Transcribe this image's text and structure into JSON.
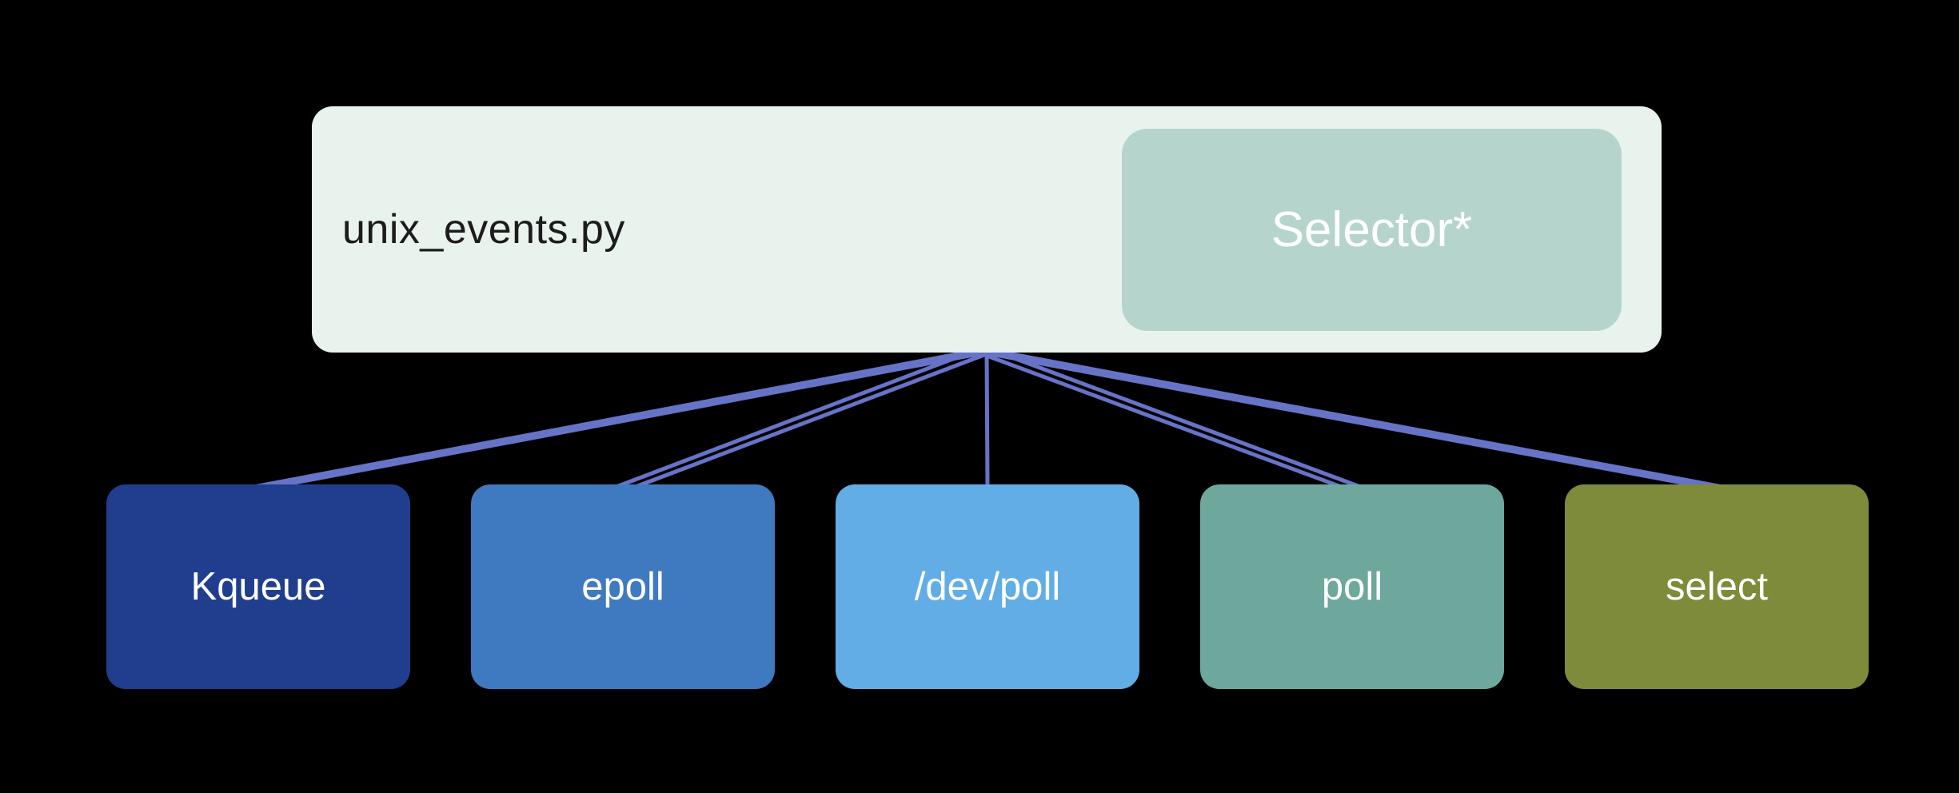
{
  "diagram": {
    "background": "#000000",
    "connector_color": "#6673c6",
    "parent": {
      "label": "unix_events.py",
      "bg": "#e9f3ee",
      "text_color": "#1c1c1c"
    },
    "selector": {
      "label": "Selector*",
      "bg": "#b5d5cc",
      "text_color": "#ffffff"
    },
    "children": [
      {
        "label": "Kqueue",
        "bg": "#213e8e",
        "text_color": "#ffffff"
      },
      {
        "label": "epoll",
        "bg": "#3f79bf",
        "text_color": "#ffffff"
      },
      {
        "label": "/dev/poll",
        "bg": "#62ade6",
        "text_color": "#ffffff"
      },
      {
        "label": "poll",
        "bg": "#6ea89c",
        "text_color": "#ffffff"
      },
      {
        "label": "select",
        "bg": "#7d8b3b",
        "text_color": "#ffffff"
      }
    ],
    "edges": [
      {
        "from": "unix_events.py",
        "to": 0,
        "lines": 2
      },
      {
        "from": "unix_events.py",
        "to": 1,
        "lines": 2
      },
      {
        "from": "unix_events.py",
        "to": 2,
        "lines": 1
      },
      {
        "from": "unix_events.py",
        "to": 3,
        "lines": 2
      },
      {
        "from": "unix_events.py",
        "to": 4,
        "lines": 2
      }
    ]
  }
}
